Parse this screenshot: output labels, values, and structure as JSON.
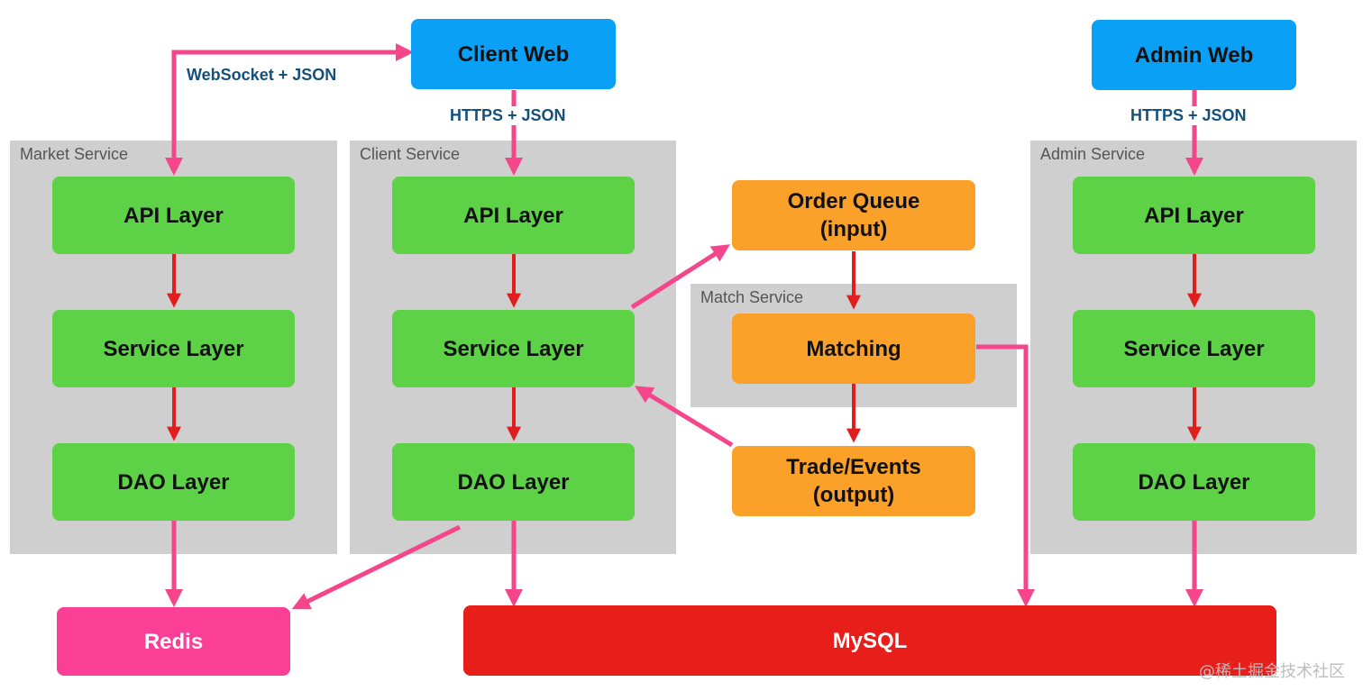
{
  "market_service": {
    "label": "Market Service",
    "api": "API Layer",
    "service": "Service Layer",
    "dao": "DAO Layer"
  },
  "client_service": {
    "label": "Client Service",
    "api": "API Layer",
    "service": "Service Layer",
    "dao": "DAO Layer"
  },
  "admin_service": {
    "label": "Admin Service",
    "api": "API Layer",
    "service": "Service Layer",
    "dao": "DAO Layer"
  },
  "match_service": {
    "label": "Match Service",
    "order_queue_line1": "Order Queue",
    "order_queue_line2": "(input)",
    "matching": "Matching",
    "trade_line1": "Trade/Events",
    "trade_line2": "(output)"
  },
  "clients": {
    "client_web": "Client Web",
    "admin_web": "Admin Web"
  },
  "storage": {
    "redis": "Redis",
    "mysql": "MySQL"
  },
  "edges": {
    "websocket": "WebSocket + JSON",
    "client_https": "HTTPS + JSON",
    "admin_https": "HTTPS + JSON"
  },
  "watermark": "@稀土掘金技术社区",
  "colors": {
    "layer": "#5dd246",
    "queue": "#fba12a",
    "web": "#0aa0f5",
    "redis": "#fb3f96",
    "mysql": "#e81e1a",
    "pink_arrow": "#f5468c",
    "red_arrow": "#e01e1e",
    "group": "#cfcfcf"
  }
}
